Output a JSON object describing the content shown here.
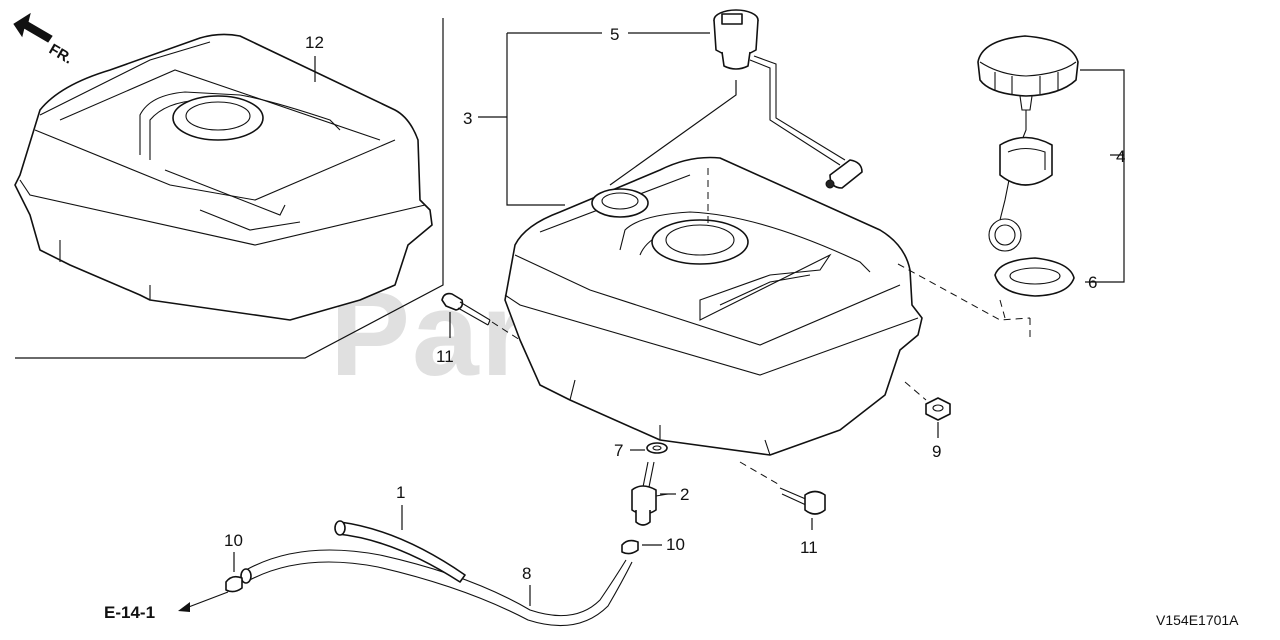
{
  "watermark": "PartsTree",
  "direction_label": "FR.",
  "reference_label": "E-14-1",
  "diagram_code": "V154E1701A",
  "callouts": {
    "c1": "1",
    "c2": "2",
    "c3": "3",
    "c4": "4",
    "c5": "5",
    "c6": "6",
    "c7": "7",
    "c8": "8",
    "c9": "9",
    "c10a": "10",
    "c10b": "10",
    "c11a": "11",
    "c11b": "11",
    "c12": "12"
  }
}
